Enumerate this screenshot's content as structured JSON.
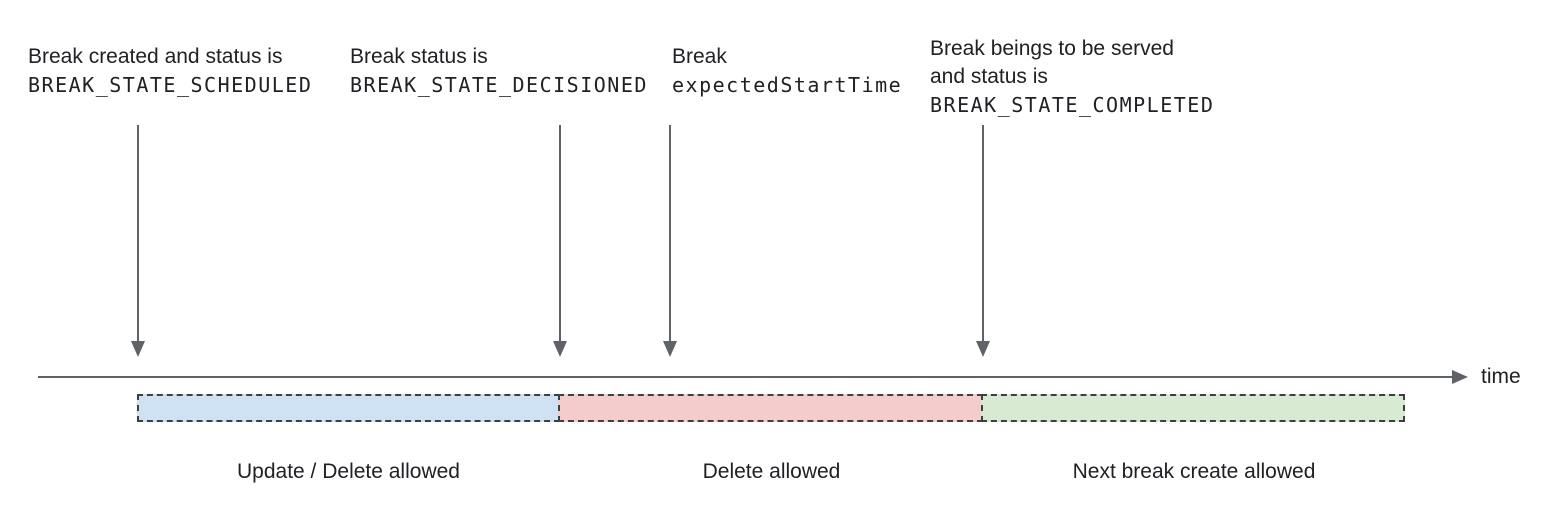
{
  "diagram": {
    "annotations": [
      {
        "lines": [
          "Break created and status is"
        ],
        "code": "BREAK_STATE_SCHEDULED"
      },
      {
        "lines": [
          "Break status is"
        ],
        "code": "BREAK_STATE_DECISIONED"
      },
      {
        "lines": [
          "Break"
        ],
        "code": "expectedStartTime"
      },
      {
        "lines": [
          "Break beings to be served",
          "and status is"
        ],
        "code": "BREAK_STATE_COMPLETED"
      }
    ],
    "axis": {
      "label": "time"
    },
    "segments": [
      {
        "label": "Update / Delete allowed",
        "fill": "#cfe2f3"
      },
      {
        "label": "Delete allowed",
        "fill": "#f4cccc"
      },
      {
        "label": "Next break create allowed",
        "fill": "#d9ead3"
      }
    ],
    "colors": {
      "arrow": "#5f6368",
      "text": "#202124",
      "segment_border": "#3c4043",
      "background": "#ffffff"
    }
  }
}
